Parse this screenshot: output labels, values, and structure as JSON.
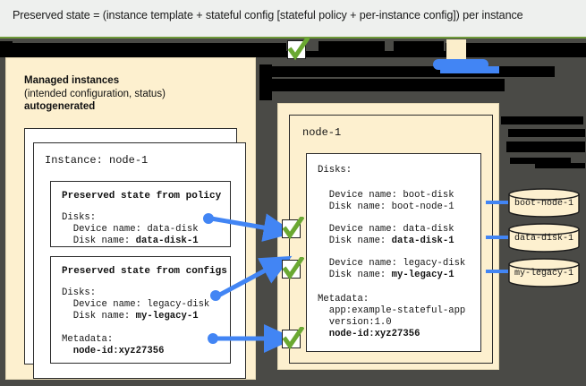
{
  "header": {
    "caption": "Preserved state = (instance template + stateful config [stateful policy + per-instance config]) per instance"
  },
  "left_panel": {
    "title_line1": "Managed instances",
    "title_line2": "(intended configuration, status)",
    "title_line3": "autogenerated",
    "instance_heading": "Instance: node-1",
    "policy_box": {
      "title": "Preserved state from policy",
      "line1": "Disks:",
      "line2": "  Device name: data-disk",
      "line3_prefix": "  Disk name: ",
      "line3_bold": "data-disk-1"
    },
    "configs_box": {
      "title": "Preserved state from configs",
      "line1": "Disks:",
      "line2": "  Device name: legacy-disk",
      "line3_prefix": "  Disk name: ",
      "line3_bold": "my-legacy-1",
      "line4": "Metadata:",
      "line5_bold": "  node-id:xyz27356"
    }
  },
  "right_panel": {
    "node_label": "node-1",
    "disks_heading": "Disks:",
    "boot_device": "  Device name: boot-disk",
    "boot_disk": "  Disk name: boot-node-1",
    "data_device": "  Device name: data-disk",
    "data_disk_prefix": "  Disk name: ",
    "data_disk_bold": "data-disk-1",
    "legacy_device": "  Device name: legacy-disk",
    "legacy_disk_prefix": "  Disk name: ",
    "legacy_disk_bold": "my-legacy-1",
    "metadata_heading": "Metadata:",
    "metadata_app": "  app:example-stateful-app",
    "metadata_version": "  version:1.0",
    "metadata_nodeid_bold": "  node-id:xyz27356"
  },
  "disks": [
    {
      "name": "boot-node-1"
    },
    {
      "name": "data-disk-1"
    },
    {
      "name": "my-legacy-1"
    }
  ],
  "colors": {
    "panel_cream": "#fdf0cf",
    "background_dark": "#4a4a46",
    "header_gray": "#eef0ee",
    "accent_green": "#6f9a3a",
    "connector_blue": "#4285f4",
    "check_green": "#5aa32f",
    "redaction_black": "#000000"
  },
  "icons": {
    "check": "check-icon",
    "disk": "disk-cylinder-icon",
    "arrow": "arrow-right-icon"
  }
}
